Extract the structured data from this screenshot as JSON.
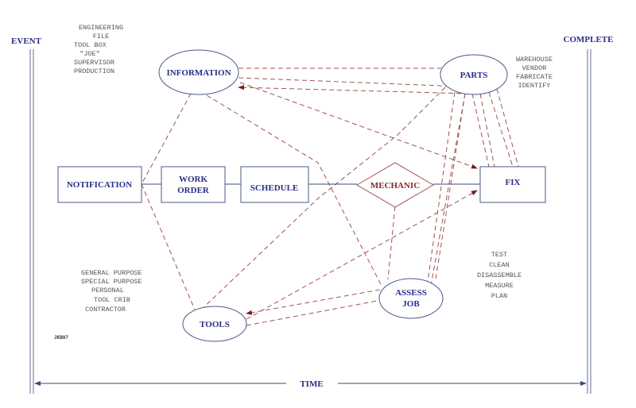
{
  "axis": {
    "start": "EVENT",
    "end": "COMPLETE",
    "time": "TIME"
  },
  "nodes": {
    "information": "INFORMATION",
    "parts": "PARTS",
    "notification": "NOTIFICATION",
    "work_order": [
      "WORK",
      "ORDER"
    ],
    "schedule": "SCHEDULE",
    "mechanic": "MECHANIC",
    "fix": "FIX",
    "tools": "TOOLS",
    "assess_job": [
      "ASSESS",
      "JOB"
    ]
  },
  "notes": {
    "information": [
      "ENGINEERING",
      "FILE",
      "TOOL BOX",
      "\"JOE\"",
      "SUPERVISOR",
      "PRODUCTION"
    ],
    "parts": [
      "WAREHOUSE",
      "VENDOR",
      "FABRICATE",
      "IDENTIFY"
    ],
    "tools": [
      "GENERAL PURPOSE",
      "SPECIAL PURPOSE",
      "PERSONAL",
      "TOOL CRIB",
      "CONTRACTOR"
    ],
    "assess_job": [
      "TEST",
      "CLEAN",
      "DISASSEMBLE",
      "MEASURE",
      "PLAN"
    ]
  },
  "signature": "JKB97",
  "colors": {
    "label": "#2a2e8a",
    "mechanic": "#8a2a2a",
    "dash": "#a0524f"
  }
}
